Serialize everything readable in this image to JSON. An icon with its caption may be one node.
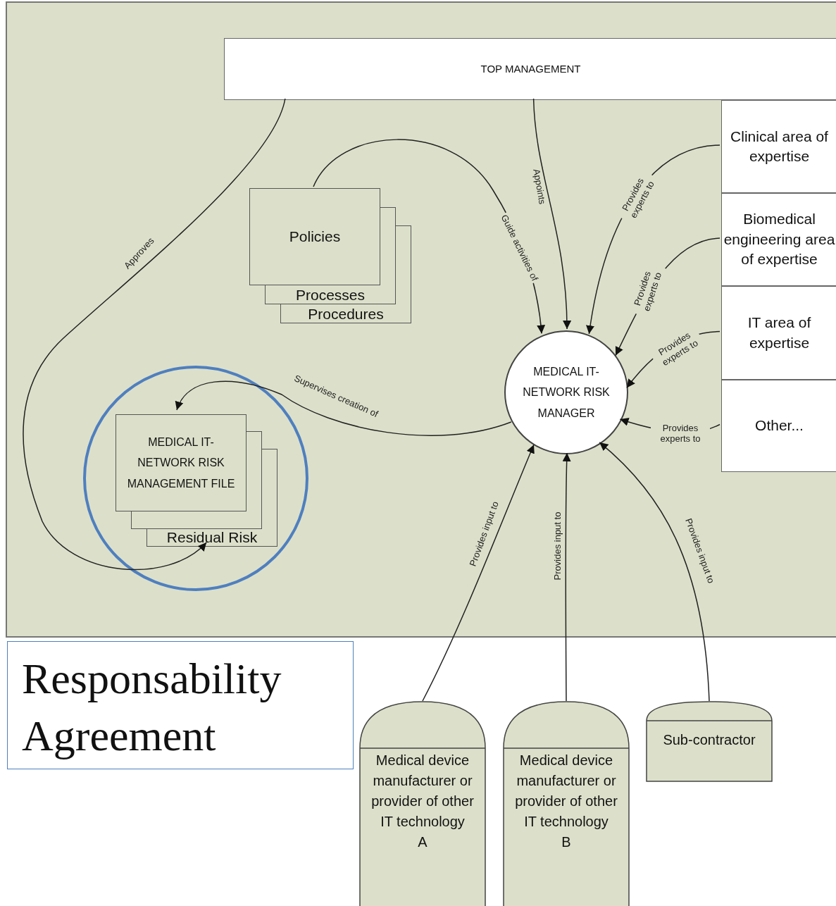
{
  "diagram": {
    "nodes": [
      {
        "text": [],
        "shape": "box"
      },
      {
        "text": [
          "TOP MANAGEMENT"
        ],
        "in": 0
      },
      {
        "text": [
          "Clinical area of expertise"
        ],
        "in": 0
      },
      {
        "text": [
          "Biomedical engineering area of expertise"
        ],
        "in": 0
      },
      {
        "text": [
          "IT area of expertise"
        ],
        "in": 0
      },
      {
        "text": [
          "Other..."
        ],
        "in": 0
      },
      {
        "text": [
          "Policies"
        ],
        "in": 0
      },
      {
        "text": [
          "Processes"
        ],
        "in": 0
      },
      {
        "text": [
          "Procedures"
        ],
        "in": 0
      },
      {
        "text": [
          "MEDICAL IT-NETWORK RISK MANAGER"
        ],
        "in": 0
      },
      {
        "text": [],
        "shape": "circle",
        "in": 0
      },
      {
        "text": [
          "MEDICAL IT-NETWORK RISK MANAGEMENT FILE"
        ],
        "in": 10
      },
      {
        "text": [],
        "shape": "box",
        "in": 10
      },
      {
        "text": [
          "Residual Risk"
        ],
        "in": 10
      },
      {
        "text": [
          "Responsability Agreement"
        ]
      },
      {
        "text": [
          "Medical device manufacturer or provider of other IT technology",
          "A"
        ]
      },
      {
        "text": [
          "Medical device manufacturer or provider of other IT technology",
          "B"
        ]
      },
      {
        "text": [
          "Sub-contractor"
        ]
      }
    ],
    "edges": [
      {
        "from": 1,
        "to": 13,
        "arrow": "to",
        "label": "Approves"
      },
      {
        "from": 1,
        "to": 9,
        "arrow": "to",
        "label": "Appoints"
      },
      {
        "from": 6,
        "to": 9,
        "arrow": "to",
        "label": "Guide activities of"
      },
      {
        "from": 2,
        "to": 9,
        "arrow": "to",
        "label": "Provides experts to"
      },
      {
        "from": 3,
        "to": 9,
        "arrow": "to",
        "label": "Provides experts to"
      },
      {
        "from": 4,
        "to": 9,
        "arrow": "to",
        "label": "Provides experts to"
      },
      {
        "from": 5,
        "to": 9,
        "arrow": "to",
        "label": "Provides experts to"
      },
      {
        "from": 9,
        "to": 11,
        "arrow": "to",
        "label": "Supervises creation of"
      },
      {
        "from": 15,
        "to": 9,
        "arrow": "to",
        "label": "Provides input to"
      },
      {
        "from": 16,
        "to": 9,
        "arrow": "to",
        "label": "Provides input to"
      },
      {
        "from": 17,
        "to": 9,
        "arrow": "to",
        "label": "Provides input to"
      }
    ]
  }
}
